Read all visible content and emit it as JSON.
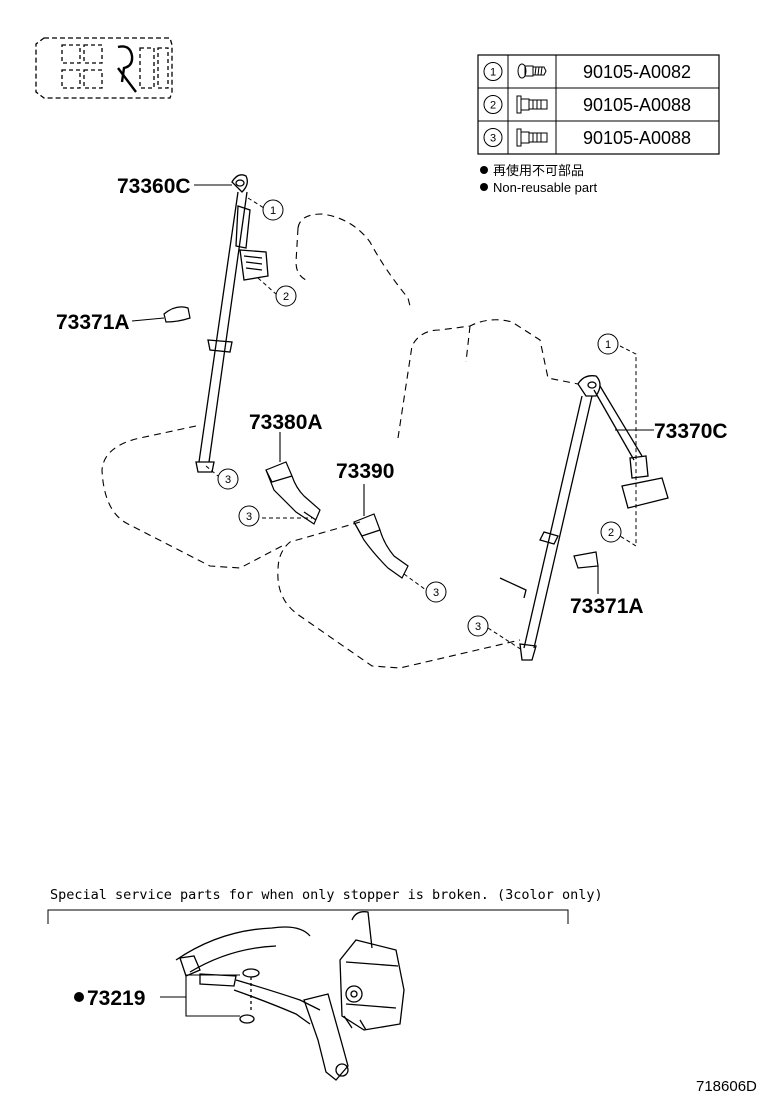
{
  "callouts": {
    "c1": "1",
    "c2": "2",
    "c3": "3"
  },
  "fastener_table": [
    {
      "ref": "1",
      "icon": "bolt-with-washer-icon",
      "part_no": "90105-A0082"
    },
    {
      "ref": "2",
      "icon": "flange-bolt-icon",
      "part_no": "90105-A0088"
    },
    {
      "ref": "3",
      "icon": "flange-bolt-icon",
      "part_no": "90105-A0088"
    }
  ],
  "legend": {
    "jp": "再使用不可部品",
    "en": "Non-reusable part"
  },
  "parts": {
    "p73360C": "73360C",
    "p73371A_left": "73371A",
    "p73380A": "73380A",
    "p73390": "73390",
    "p73370C": "73370C",
    "p73371A_right": "73371A",
    "p73219": "73219"
  },
  "special_note": "Special service parts for when only stopper is broken. (3color only)",
  "diagram_ref": "718606D",
  "icons": {
    "vehicle_seat_layout": "seat-layout-icon",
    "non_reusable_marker": "filled-dot-icon"
  }
}
